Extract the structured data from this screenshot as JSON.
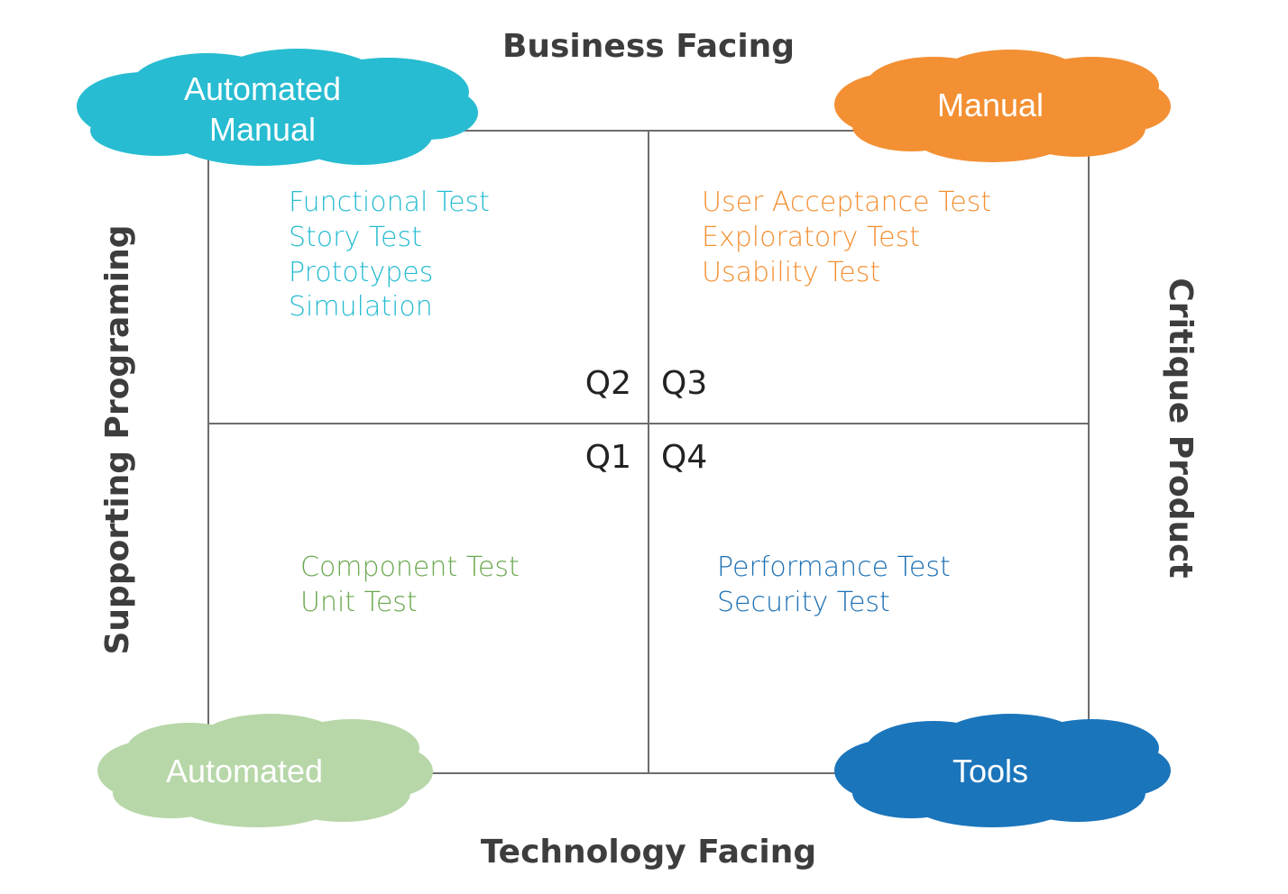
{
  "axes": {
    "top": "Business Facing",
    "bottom": "Technology Facing",
    "left": "Supporting Programing",
    "right": "Critique Product"
  },
  "clouds": {
    "top_left": {
      "line1": "Automated",
      "line2": "Manual",
      "color": "#27bcd1"
    },
    "top_right": {
      "label": "Manual",
      "color": "#f39033"
    },
    "bottom_left": {
      "label": "Automated",
      "color": "#b7d7a8"
    },
    "bottom_right": {
      "label": "Tools",
      "color": "#1b75bb"
    }
  },
  "quadrants": {
    "q2": {
      "label": "Q2",
      "color": "#27bcd1",
      "items": [
        "Functional Test",
        "Story Test",
        "Prototypes",
        "Simulation"
      ]
    },
    "q3": {
      "label": "Q3",
      "color": "#f39033",
      "items": [
        "User Acceptance Test",
        "Exploratory Test",
        "Usability Test"
      ]
    },
    "q1": {
      "label": "Q1",
      "color": "#6aa84f",
      "items": [
        "Component Test",
        "Unit Test"
      ]
    },
    "q4": {
      "label": "Q4",
      "color": "#1b6fb3",
      "items": [
        "Performance Test",
        "Security Test"
      ]
    }
  },
  "line_color": "#6d6d6d"
}
